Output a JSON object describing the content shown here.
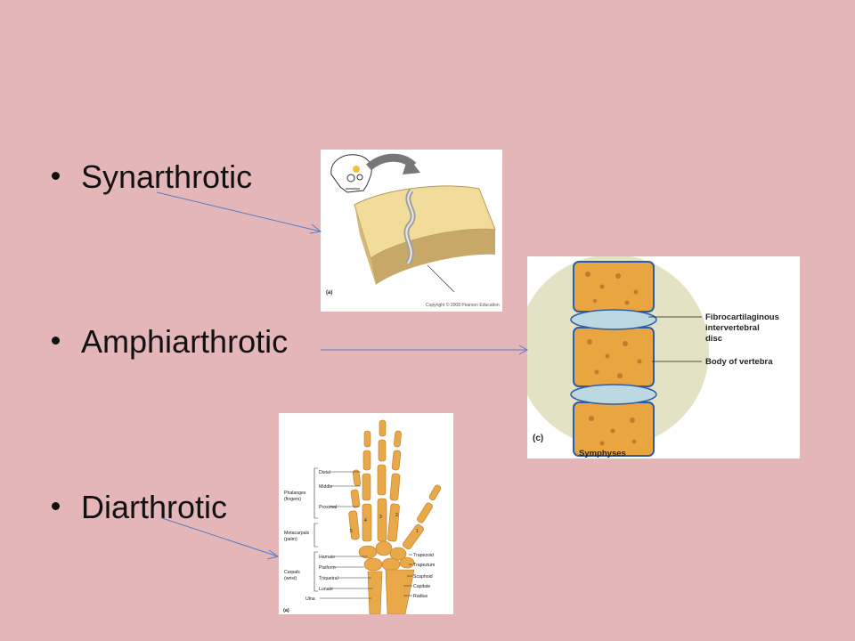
{
  "bullets": [
    {
      "label": "Synarthrotic"
    },
    {
      "label": "Amphiarthrotic"
    },
    {
      "label": "Diarthrotic"
    }
  ],
  "suture_figure": {
    "panel_letter": "(a)",
    "copyright": "Copyright © 2008 Pearson Education"
  },
  "symphysis_figure": {
    "panel_letter": "(c)",
    "caption": "Symphyses",
    "label_disc_1": "Fibrocartilaginous",
    "label_disc_2": "intervertebral",
    "label_disc_3": "disc",
    "label_body": "Body of vertebra"
  },
  "hand_figure": {
    "panel_letter": "(a)",
    "left_labels": {
      "distal": "Distal",
      "middle": "Middle",
      "phalanges_1": "Phalanges",
      "phalanges_2": "(fingers)",
      "proximal": "Proximal",
      "metacarpals_1": "Metacarpals",
      "metacarpals_2": "(palm)",
      "hamate": "Hamate",
      "pisiform": "Pisiform",
      "carpals_1": "Carpals",
      "carpals_2": "(wrist)",
      "triquetral": "Triquetral",
      "lunate": "Lunate",
      "ulna": "Ulna"
    },
    "right_labels": {
      "trapezoid": "Trapezoid",
      "trapezium": "Trapezium",
      "scaphoid": "Scaphoid",
      "capitate": "Capitate",
      "radius": "Radius"
    },
    "finger_numbers": [
      "1",
      "2",
      "3",
      "4",
      "5"
    ]
  },
  "colors": {
    "background": "#e4b6b8",
    "arrow": "#5b7bc4",
    "bone": "#e8a540",
    "disc": "#bcd9e2"
  }
}
